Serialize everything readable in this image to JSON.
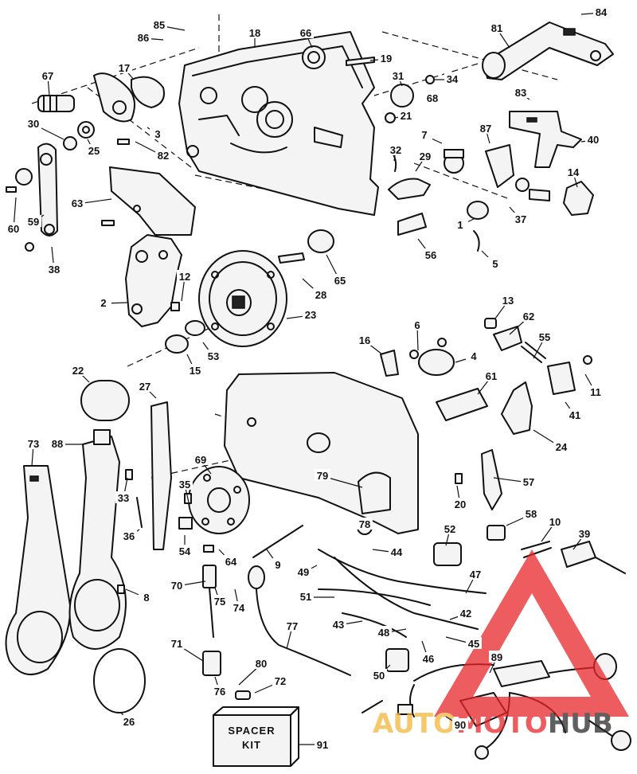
{
  "spacer_kit": {
    "line1": "SPACER",
    "line2": "KIT"
  },
  "watermark": {
    "part1": "AUTO",
    "part2": "MOTO",
    "part3": "HUB",
    "color1": "#f2b63b",
    "color2": "#e8262a",
    "color3": "#2b2b2b"
  },
  "callouts": [
    "85",
    "86",
    "18",
    "66",
    "19",
    "84",
    "81",
    "67",
    "17",
    "31",
    "34",
    "68",
    "83",
    "21",
    "30",
    "3",
    "25",
    "82",
    "32",
    "7",
    "87",
    "40",
    "29",
    "14",
    "60",
    "59",
    "63",
    "1",
    "37",
    "56",
    "5",
    "65",
    "12",
    "38",
    "28",
    "2",
    "23",
    "13",
    "62",
    "6",
    "16",
    "4",
    "55",
    "15",
    "53",
    "11",
    "22",
    "27",
    "61",
    "41",
    "24",
    "73",
    "88",
    "69",
    "79",
    "57",
    "35",
    "20",
    "33",
    "78",
    "36",
    "58",
    "10",
    "39",
    "54",
    "64",
    "52",
    "44",
    "49",
    "9",
    "70",
    "8",
    "75",
    "74",
    "47",
    "51",
    "42",
    "43",
    "48",
    "45",
    "71",
    "77",
    "46",
    "80",
    "50",
    "89",
    "72",
    "76",
    "90",
    "26",
    "91"
  ]
}
